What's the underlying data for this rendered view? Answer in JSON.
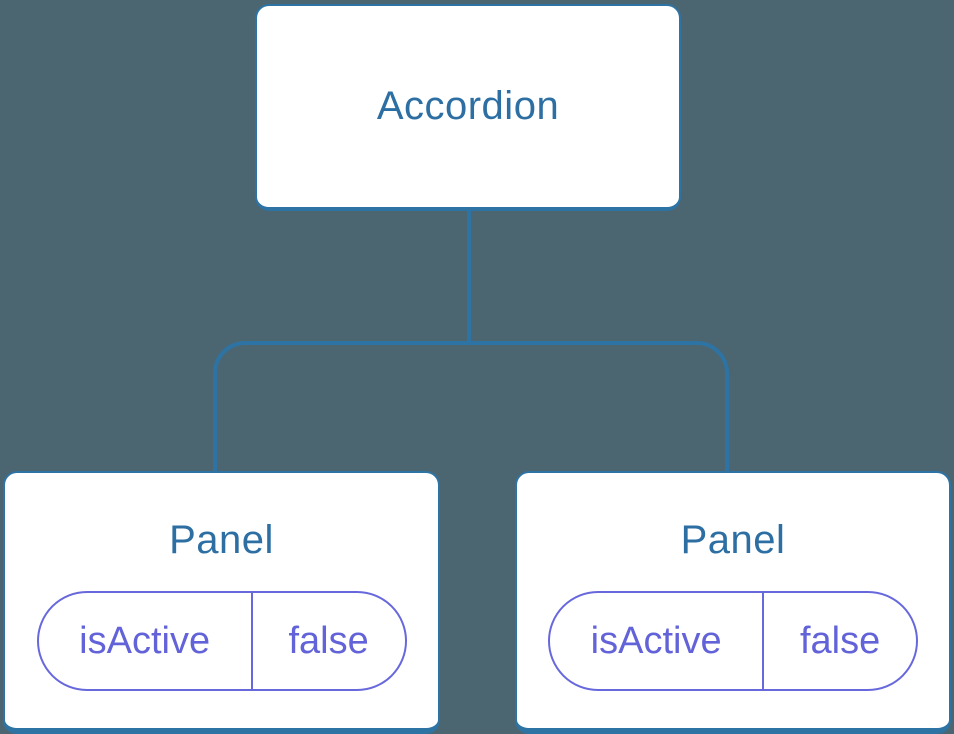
{
  "diagram": {
    "type": "component-tree",
    "root_node": {
      "label": "Accordion"
    },
    "panels": [
      {
        "title": "Panel",
        "state_name": "isActive",
        "state_value": "false"
      },
      {
        "title": "Panel",
        "state_name": "isActive",
        "state_value": "false"
      }
    ],
    "colors": {
      "background": "#4C6671",
      "line": "#2D73A4",
      "node_fill": "#FFFFFF",
      "title_text": "#2D6FA3",
      "state_border": "#6868DD",
      "state_text": "#6363D9"
    }
  }
}
